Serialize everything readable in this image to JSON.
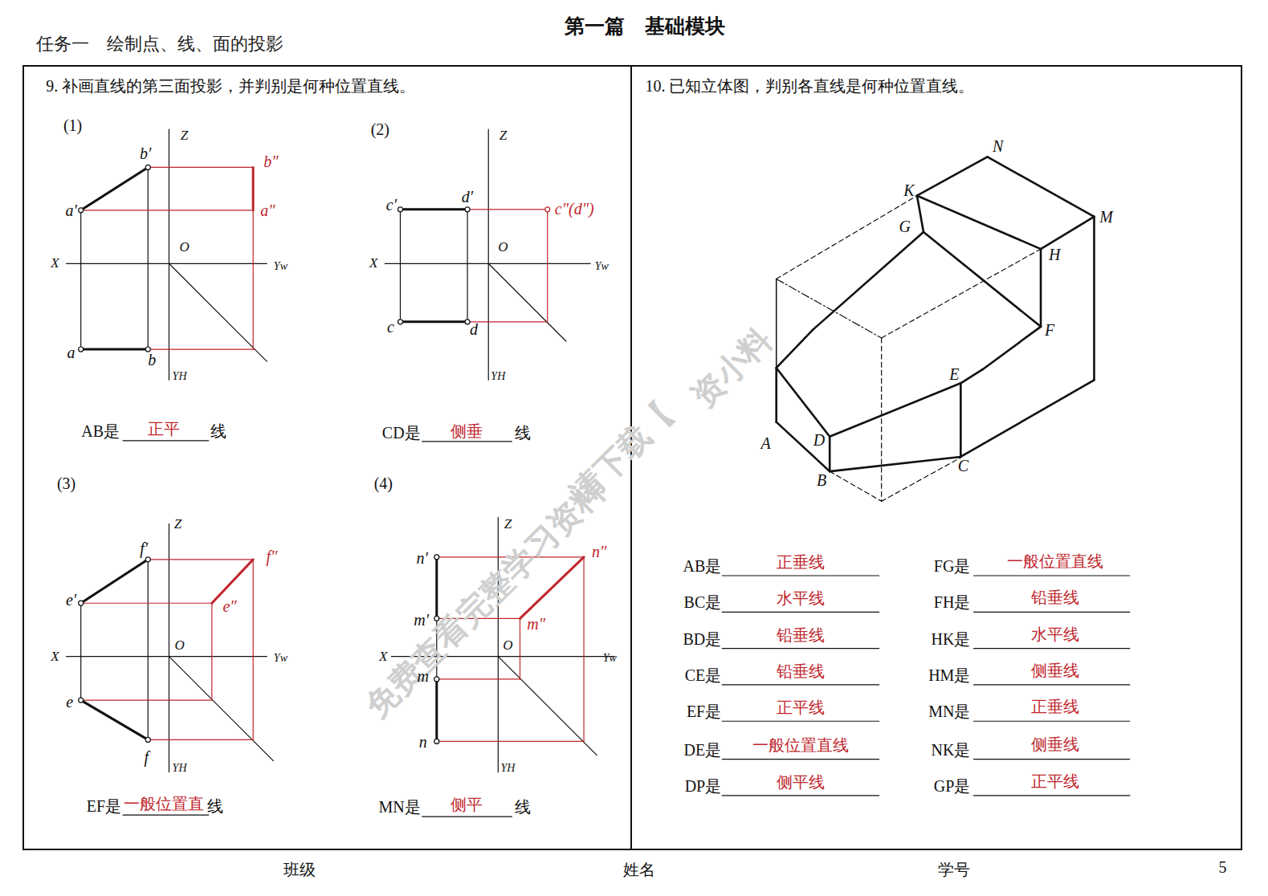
{
  "diagram": {
    "title": "第一篇　基础模块",
    "nodes": [
      {
        "text": [
          "9. 补画直线的第三面投影，并判别是何种位置直线。"
        ]
      },
      {
        "text": [
          "10. 已知立体图，判别各直线是何种位置直线。"
        ]
      }
    ],
    "labels": [
      "任务一　绘制点、线、面的投影",
      "(1)",
      "Z",
      "b′",
      "b″",
      "a′",
      "a″",
      "O",
      "X",
      "Yw",
      "a",
      "b",
      "YH",
      "AB是",
      "正平",
      "线",
      "(2)",
      "Z",
      "c′",
      "d′",
      "c″(d″)",
      "O",
      "X",
      "Yw",
      "c",
      "d",
      "YH",
      "CD是",
      "侧垂",
      "线",
      "(3)",
      "Z",
      "f′",
      "f″",
      "e′",
      "e″",
      "O",
      "X",
      "Yw",
      "e",
      "f",
      "YH",
      "EF是",
      "一般位置直",
      "线",
      "(4)",
      "Z",
      "n′",
      "n″",
      "m′",
      "m″",
      "O",
      "X",
      "Yw",
      "m",
      "n",
      "YH",
      "MN是",
      "侧平",
      "线",
      "N",
      "K",
      "M",
      "G",
      "H",
      "F",
      "E",
      "D",
      "A",
      "B",
      "C",
      "AB是",
      "正垂线",
      "FG是",
      "一般位置直线",
      "BC是",
      "水平线",
      "FH是",
      "铅垂线",
      "BD是",
      "铅垂线",
      "HK是",
      "水平线",
      "CE是",
      "铅垂线",
      "HM是",
      "侧垂线",
      "EF是",
      "正平线",
      "MN是",
      "正垂线",
      "DE是",
      "一般位置直线",
      "NK是",
      "侧垂线",
      "DP是",
      "侧平线",
      "GP是",
      "正平线",
      "班级",
      "姓名",
      "学号",
      "5",
      "免费查看完整学习资料",
      "请下载【",
      "资小料"
    ]
  }
}
